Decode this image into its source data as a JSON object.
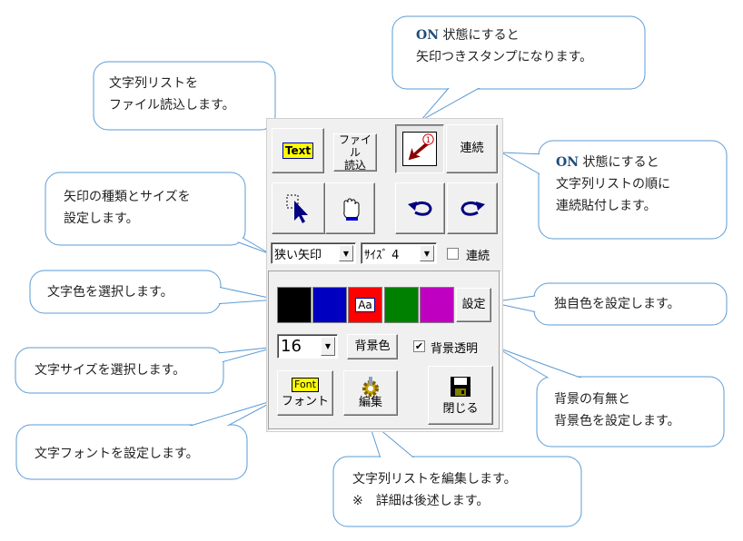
{
  "callouts": {
    "file_load": [
      "文字列リストを",
      "ファイル読込します。"
    ],
    "stamp": {
      "on": "ON",
      "line1": "状態にすると",
      "line2": "矢印つきスタンプになります。"
    },
    "continuous": {
      "on": "ON",
      "line1": "状態にすると",
      "line2": "文字列リストの順に",
      "line3": "連続貼付します。"
    },
    "arrow": [
      "矢印の種類とサイズを",
      "設定します。"
    ],
    "text_color": "文字色を選択します。",
    "custom_color": "独自色を設定します。",
    "text_size": "文字サイズを選択します。",
    "background": [
      "背景の有無と",
      "背景色を設定します。"
    ],
    "font": "文字フォントを設定します。",
    "edit": [
      "文字列リストを編集します。",
      "※　詳細は後述します。"
    ]
  },
  "toolbar": {
    "text_btn": "Text",
    "file_load_btn": [
      "ファイル",
      "読込"
    ],
    "stamp_badge": "1",
    "continuous_btn": "連続",
    "arrow_type": "狭い矢印",
    "arrow_size": "ｻｲｽﾞ 4",
    "continuous_chk": "連続",
    "colors": [
      "#000000",
      "#0000c0",
      "#ff0000",
      "#008000",
      "#c000c0"
    ],
    "sample": "Aa",
    "set_btn": "設定",
    "font_size": "16",
    "bg_color_btn": "背景色",
    "bg_transparent": "背景透明",
    "font_icon": "Font",
    "font_btn": "フォント",
    "edit_btn": "編集",
    "close_btn": "閉じる"
  },
  "accent": "#5b9bd5"
}
